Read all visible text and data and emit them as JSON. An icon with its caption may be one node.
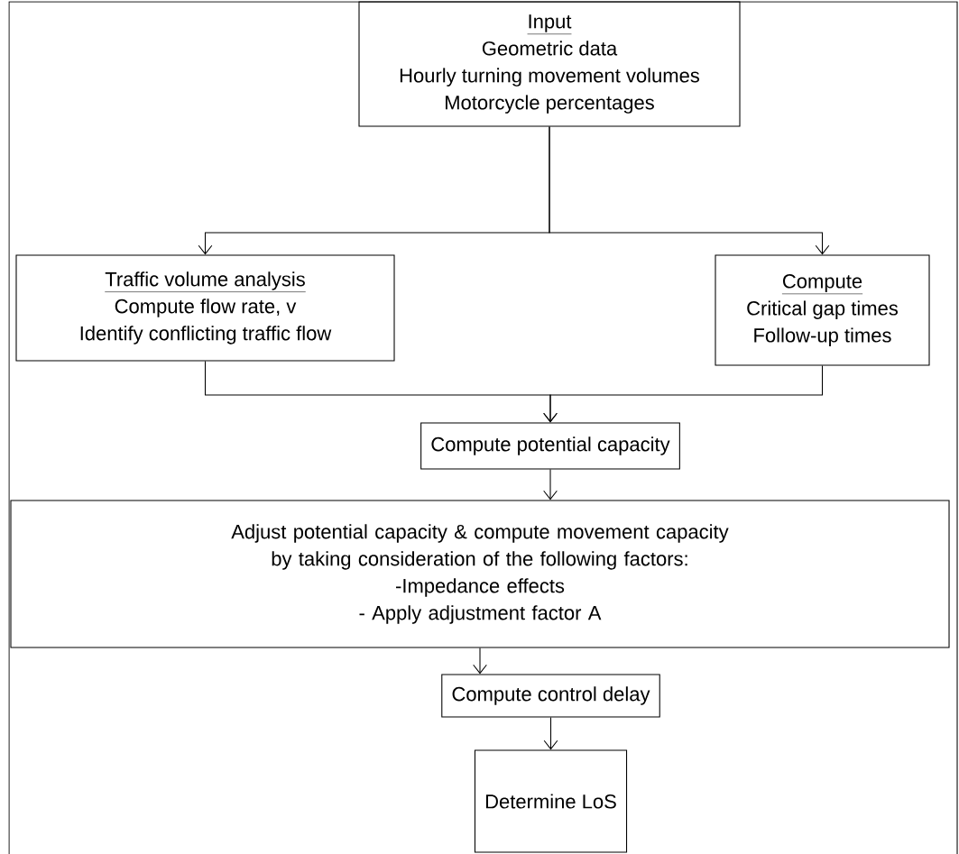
{
  "diagram": {
    "nodes": [
      {
        "text": [
          "Input",
          "Geometric data",
          "Hourly turning movement volumes",
          "Motorcycle percentages"
        ]
      },
      {
        "text": [
          "Traffic volume analysis",
          "Compute flow rate, v",
          "Identify conflicting traffic flow"
        ]
      },
      {
        "text": [
          "Compute",
          "Critical gap times",
          "Follow-up times"
        ]
      },
      {
        "text": [
          "Compute potential capacity"
        ]
      },
      {
        "text": [
          "Adjust potential capacity & compute movement capacity by taking consideration of the following factors:",
          "-Impedance effects",
          "- Apply adjustment factor A"
        ]
      },
      {
        "text": [
          "Compute control delay"
        ]
      },
      {
        "text": [
          "Determine LoS"
        ]
      }
    ],
    "edges": [
      {
        "from": 0,
        "to": 1,
        "arrow": "to"
      },
      {
        "from": 0,
        "to": 2,
        "arrow": "to"
      },
      {
        "from": 1,
        "to": 3,
        "arrow": "to"
      },
      {
        "from": 2,
        "to": 3,
        "arrow": "to"
      },
      {
        "from": 3,
        "to": 4,
        "arrow": "to"
      },
      {
        "from": 4,
        "to": 5,
        "arrow": "to"
      },
      {
        "from": 5,
        "to": 6,
        "arrow": "to"
      }
    ]
  }
}
